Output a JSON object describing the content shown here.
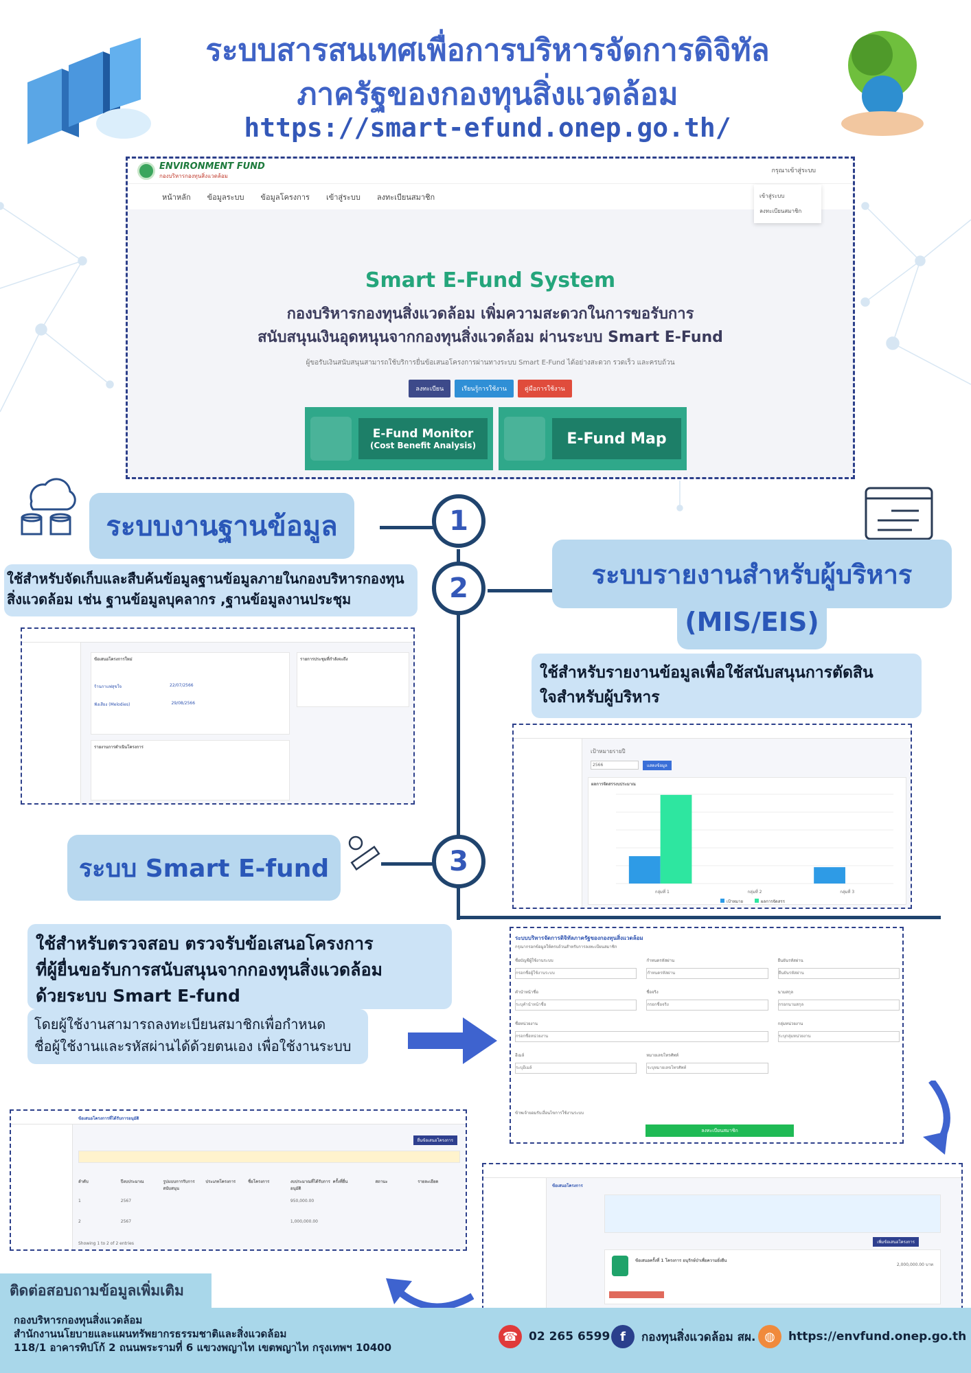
{
  "header": {
    "title_line1": "ระบบสารสนเทศเพื่อการบริหารจัดการดิจิทัล",
    "title_line2": "ภาครัฐของกองทุนสิ่งแวดล้อม",
    "url": "https://smart-efund.onep.go.th/"
  },
  "hero": {
    "logo_text": "ENVIRONMENT FUND",
    "logo_sub": "กองบริหารกองทุนสิ่งแวดล้อม",
    "nav": [
      "หน้าหลัก",
      "ข้อมูลระบบ",
      "ข้อมูลโครงการ",
      "เข้าสู่ระบบ",
      "ลงทะเบียนสมาชิก"
    ],
    "user_prompt": "กรุณาเข้าสู่ระบบ",
    "user_menu": [
      "เข้าสู่ระบบ",
      "ลงทะเบียนสมาชิก"
    ],
    "heading": "Smart E-Fund System",
    "subheading_line1": "กองบริหารกองทุนสิ่งแวดล้อม เพิ่มความสะดวกในการขอรับการ",
    "subheading_line2": "สนับสนุนเงินอุดหนุนจากกองทุนสิ่งแวดล้อม ผ่านระบบ Smart E-Fund",
    "caption": "ผู้ขอรับเงินสนับสนุนสามารถใช้บริการยื่นข้อเสนอโครงการผ่านทางระบบ Smart E-Fund ได้อย่างสะดวก รวดเร็ว และครบถ้วน",
    "buttons": [
      {
        "label": "ลงทะเบียน",
        "color": "#3d4a8a"
      },
      {
        "label": "เรียนรู้การใช้งาน",
        "color": "#2f8fd6"
      },
      {
        "label": "คู่มือการใช้งาน",
        "color": "#e04c3c"
      }
    ],
    "cards": [
      {
        "title": "E-Fund Monitor",
        "subtitle": "(Cost Benefit Analysis)"
      },
      {
        "title": "E-Fund Map",
        "subtitle": ""
      }
    ]
  },
  "sections": {
    "s1": {
      "number": "1",
      "title": "ระบบงานฐานข้อมูล",
      "desc_line1": "ใช้สำหรับจัดเก็บและสืบค้นข้อมูลฐานข้อมูลภายในกองบริหารกองทุน",
      "desc_line2": "สิ่งแวดล้อม เช่น ฐานข้อมูลบุคลากร ,ฐานข้อมูลงานประชุม"
    },
    "s2": {
      "number": "2",
      "title_line1": "ระบบรายงานสำหรับผู้บริหาร",
      "title_line2": "(MIS/EIS)",
      "desc_line1": "ใช้สำหรับรายงานข้อมูลเพื่อใช้สนับสนุนการตัดสิน",
      "desc_line2": "ใจสำหรับผู้บริหาร"
    },
    "s3": {
      "number": "3",
      "title": "ระบบ Smart E-fund",
      "desc_line1": "ใช้สำหรับตรวจสอบ ตรวจรับข้อเสนอโครงการ",
      "desc_line2": "ที่ผู้ยื่นขอรับการสนับสนุนจากกองทุนสิ่งแวดล้อม",
      "desc_line3": "ด้วยระบบ Smart E-fund",
      "sub_line1": "โดยผู้ใช้งานสามารถลงทะเบียนสมาชิกเพื่อกำหนด",
      "sub_line2": "ชื่อผู้ใช้งานและรหัสผ่านได้ด้วยตนเอง เพื่อใช้งานระบบ"
    }
  },
  "db_screen": {
    "panel1_title": "ข้อเสนอโครงการใหม่",
    "panel2_title": "รายงานการดำเนินโครงการ",
    "panel3_title": "รายการประชุมที่กำลังจะถึง",
    "rows": [
      {
        "name": "ร้านกาแฟสุขใจ",
        "date": "22/07/2566"
      },
      {
        "name": "ฟังเสียง (Melodies)",
        "date": "29/08/2566"
      }
    ]
  },
  "mis_screen": {
    "header": "เป้าหมายรายปี",
    "year": "2566",
    "search_btn": "แสดงข้อมูล",
    "chart_title": "ผลการจัดสรรงบประมาณ",
    "legend": [
      "เป้าหมาย",
      "ผลการจัดสรร"
    ]
  },
  "chart_data": {
    "type": "bar",
    "categories": [
      "กลุ่มที่ 1",
      "กลุ่มที่ 2",
      "กลุ่มที่ 3"
    ],
    "series": [
      {
        "name": "เป้าหมาย",
        "values": [
          92,
          0,
          55
        ],
        "color": "#2e9be6"
      },
      {
        "name": "ผลการจัดสรร",
        "values": [
          298,
          0,
          0
        ],
        "color": "#2ee6a0"
      }
    ],
    "ylim": [
      0,
      300
    ]
  },
  "form_screen": {
    "title": "ระบบบริหารจัดการดิจิทัลภาครัฐของกองทุนสิ่งแวดล้อม",
    "subtitle": "กรุณากรอกข้อมูลให้ครบถ้วนสำหรับการลงทะเบียนสมาชิก",
    "fields": [
      {
        "label": "ชื่อบัญชีผู้ใช้งานระบบ",
        "placeholder": "กรอกชื่อผู้ใช้งานระบบ"
      },
      {
        "label": "กำหนดรหัสผ่าน",
        "placeholder": "กำหนดรหัสผ่าน"
      },
      {
        "label": "ยืนยันรหัสผ่าน",
        "placeholder": "ยืนยันรหัสผ่าน"
      },
      {
        "label": "คำนำหน้าชื่อ",
        "placeholder": "ระบุคำนำหน้าชื่อ"
      },
      {
        "label": "ชื่อจริง",
        "placeholder": "กรอกชื่อจริง"
      },
      {
        "label": "นามสกุล",
        "placeholder": "กรอกนามสกุล"
      },
      {
        "label": "ชื่อหน่วยงาน",
        "placeholder": "กรอกชื่อหน่วยงาน"
      },
      {
        "label": "กลุ่มหน่วยงาน",
        "placeholder": "ระบุกลุ่มหน่วยงาน"
      },
      {
        "label": "อีเมล์",
        "placeholder": "ระบุอีเมล์"
      },
      {
        "label": "หมายเลขโทรศัพท์",
        "placeholder": "ระบุหมายเลขโทรศัพท์"
      }
    ],
    "consent": "ข้าพเจ้ายอมรับเงื่อนไขการใช้งานระบบ",
    "submit": "ลงทะเบียนสมาชิก"
  },
  "list_screen": {
    "title": "ข้อเสนอโครงการที่ได้รับการอนุมัติ",
    "add_btn": "ยื่นข้อเสนอโครงการ",
    "columns": [
      "ลำดับ",
      "ปีงบประมาณ",
      "รูปแบบการรับการสนับสนุน",
      "ประเภทโครงการ",
      "ชื่อโครงการ",
      "งบประมาณที่ได้รับการอนุมัติ",
      "ครั้งที่ยื่น",
      "สถานะ",
      "รายละเอียด"
    ],
    "rows": [
      {
        "no": "1",
        "year": "2567",
        "amount": "950,000.00"
      },
      {
        "no": "2",
        "year": "2567",
        "amount": "1,000,000.00"
      }
    ],
    "footer": "Showing 1 to 2 of 2 entries"
  },
  "proj_screen": {
    "title": "ข้อเสนอโครงการ",
    "add_btn": "เพิ่มข้อเสนอโครงการ",
    "item_title": "ข้อเสนอครั้งที่ 1 โครงการ อนุรักษ์ป่าเพื่อความยั่งยืน",
    "amount": "2,000,000.00 บาท"
  },
  "footer": {
    "tab": "ติดต่อสอบถามข้อมูลเพิ่มเติม",
    "addr1": "กองบริหารกองทุนสิ่งแวดล้อม",
    "addr2": "สำนักงานนโยบายและแผนทรัพยากรธรรมชาติและสิ่งแวดล้อม",
    "addr3": "118/1 อาคารทิปโก้ 2 ถนนพระรามที่ 6 แขวงพญาไท เขตพญาไท กรุงเทพฯ 10400",
    "phone": "02 265 6599",
    "facebook": "กองทุนสิ่งแวดล้อม สผ.",
    "website": "https://envfund.onep.go.th"
  }
}
